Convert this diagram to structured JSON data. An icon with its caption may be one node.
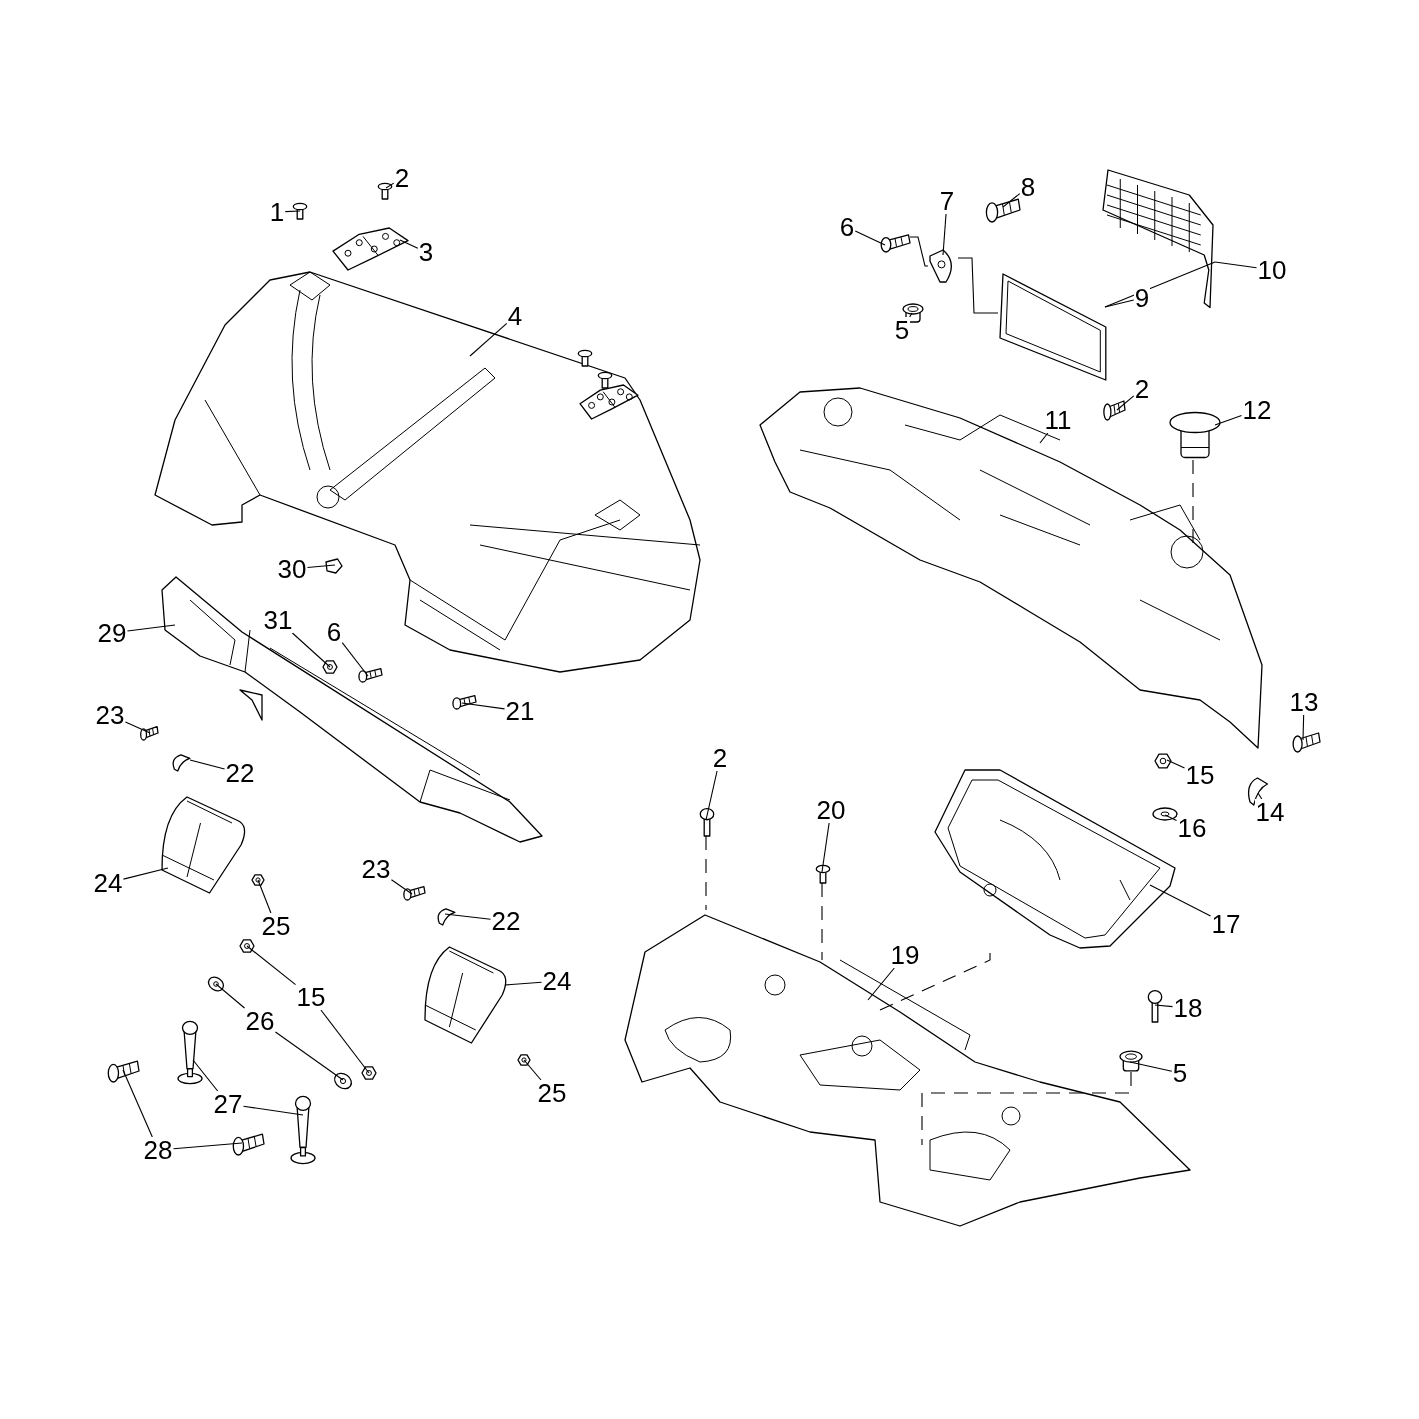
{
  "diagram": {
    "nodes": [
      {
        "text": [
          "1"
        ]
      },
      {
        "text": [],
        "shape": "picture"
      },
      {
        "text": [
          "2"
        ]
      },
      {
        "text": [],
        "shape": "picture"
      },
      {
        "text": [
          "3"
        ]
      },
      {
        "text": [],
        "shape": "picture"
      },
      {
        "text": [
          "4"
        ]
      },
      {
        "text": [],
        "shape": "picture"
      },
      {
        "text": [
          "6"
        ]
      },
      {
        "text": [],
        "shape": "picture"
      },
      {
        "text": [
          "7"
        ]
      },
      {
        "text": [],
        "shape": "picture"
      },
      {
        "text": [
          "8"
        ]
      },
      {
        "text": [],
        "shape": "picture"
      },
      {
        "text": [
          "5"
        ]
      },
      {
        "text": [],
        "shape": "picture"
      },
      {
        "text": [
          "9"
        ]
      },
      {
        "text": [],
        "shape": "picture"
      },
      {
        "text": [
          "10"
        ]
      },
      {
        "text": [],
        "shape": "picture"
      },
      {
        "text": [
          "2"
        ]
      },
      {
        "text": [],
        "shape": "picture"
      },
      {
        "text": [
          "11"
        ]
      },
      {
        "text": [],
        "shape": "picture"
      },
      {
        "text": [
          "12"
        ]
      },
      {
        "text": [],
        "shape": "picture"
      },
      {
        "text": [
          "13"
        ]
      },
      {
        "text": [],
        "shape": "picture"
      },
      {
        "text": [
          "14"
        ]
      },
      {
        "text": [],
        "shape": "picture"
      },
      {
        "text": [
          "15"
        ]
      },
      {
        "text": [],
        "shape": "picture"
      },
      {
        "text": [
          "16"
        ]
      },
      {
        "text": [],
        "shape": "picture"
      },
      {
        "text": [
          "17"
        ]
      },
      {
        "text": [],
        "shape": "picture"
      },
      {
        "text": [
          "2"
        ]
      },
      {
        "text": [],
        "shape": "picture"
      },
      {
        "text": [
          "20"
        ]
      },
      {
        "text": [],
        "shape": "picture"
      },
      {
        "text": [
          "19"
        ]
      },
      {
        "text": [],
        "shape": "picture"
      },
      {
        "text": [
          "18"
        ]
      },
      {
        "text": [],
        "shape": "picture"
      },
      {
        "text": [
          "5"
        ]
      },
      {
        "text": [],
        "shape": "picture"
      },
      {
        "text": [
          "30"
        ]
      },
      {
        "text": [],
        "shape": "picture"
      },
      {
        "text": [
          "29"
        ]
      },
      {
        "text": [],
        "shape": "picture"
      },
      {
        "text": [
          "31"
        ]
      },
      {
        "text": [],
        "shape": "picture"
      },
      {
        "text": [
          "6"
        ]
      },
      {
        "text": [],
        "shape": "picture"
      },
      {
        "text": [
          "21"
        ]
      },
      {
        "text": [],
        "shape": "picture"
      },
      {
        "text": [
          "23"
        ]
      },
      {
        "text": [],
        "shape": "picture"
      },
      {
        "text": [
          "22"
        ]
      },
      {
        "text": [],
        "shape": "picture"
      },
      {
        "text": [
          "24"
        ]
      },
      {
        "text": [],
        "shape": "picture"
      },
      {
        "text": [
          "25"
        ]
      },
      {
        "text": [],
        "shape": "picture"
      },
      {
        "text": [
          "23"
        ]
      },
      {
        "text": [],
        "shape": "picture"
      },
      {
        "text": [
          "22"
        ]
      },
      {
        "text": [],
        "shape": "picture"
      },
      {
        "text": [
          "24"
        ]
      },
      {
        "text": [],
        "shape": "picture"
      },
      {
        "text": [
          "25"
        ]
      },
      {
        "text": [],
        "shape": "picture"
      },
      {
        "text": [
          "15"
        ]
      },
      {
        "text": [],
        "shape": "picture"
      },
      {
        "text": [],
        "shape": "picture"
      },
      {
        "text": [
          "26"
        ]
      },
      {
        "text": [],
        "shape": "picture"
      },
      {
        "text": [],
        "shape": "picture"
      },
      {
        "text": [
          "27"
        ]
      },
      {
        "text": [],
        "shape": "picture"
      },
      {
        "text": [],
        "shape": "picture"
      },
      {
        "text": [
          "28"
        ]
      },
      {
        "text": [],
        "shape": "picture"
      },
      {
        "text": [],
        "shape": "picture"
      }
    ],
    "edges": [
      {
        "from": 0,
        "to": 1,
        "arrow": "none"
      },
      {
        "from": 2,
        "to": 3,
        "arrow": "none"
      },
      {
        "from": 4,
        "to": 5,
        "arrow": "none"
      },
      {
        "from": 6,
        "to": 7,
        "arrow": "none"
      },
      {
        "from": 8,
        "to": 9,
        "arrow": "none"
      },
      {
        "from": 10,
        "to": 11,
        "arrow": "none"
      },
      {
        "from": 12,
        "to": 13,
        "arrow": "none"
      },
      {
        "from": 14,
        "to": 15,
        "arrow": "none"
      },
      {
        "from": 16,
        "to": 17,
        "arrow": "none"
      },
      {
        "from": 18,
        "to": 19,
        "arrow": "none"
      },
      {
        "from": 20,
        "to": 21,
        "arrow": "none"
      },
      {
        "from": 22,
        "to": 23,
        "arrow": "none"
      },
      {
        "from": 24,
        "to": 25,
        "arrow": "none"
      },
      {
        "from": 26,
        "to": 27,
        "arrow": "none"
      },
      {
        "from": 28,
        "to": 29,
        "arrow": "none"
      },
      {
        "from": 30,
        "to": 31,
        "arrow": "none"
      },
      {
        "from": 32,
        "to": 33,
        "arrow": "none"
      },
      {
        "from": 34,
        "to": 35,
        "arrow": "none"
      },
      {
        "from": 36,
        "to": 37,
        "arrow": "none"
      },
      {
        "from": 38,
        "to": 39,
        "arrow": "none"
      },
      {
        "from": 40,
        "to": 41,
        "arrow": "none"
      },
      {
        "from": 42,
        "to": 43,
        "arrow": "none"
      },
      {
        "from": 44,
        "to": 45,
        "arrow": "none"
      },
      {
        "from": 46,
        "to": 47,
        "arrow": "none"
      },
      {
        "from": 48,
        "to": 49,
        "arrow": "none"
      },
      {
        "from": 50,
        "to": 51,
        "arrow": "none"
      },
      {
        "from": 52,
        "to": 53,
        "arrow": "none"
      },
      {
        "from": 54,
        "to": 55,
        "arrow": "none"
      },
      {
        "from": 56,
        "to": 57,
        "arrow": "none"
      },
      {
        "from": 58,
        "to": 59,
        "arrow": "none"
      },
      {
        "from": 60,
        "to": 61,
        "arrow": "none"
      },
      {
        "from": 62,
        "to": 63,
        "arrow": "none"
      },
      {
        "from": 64,
        "to": 65,
        "arrow": "none"
      },
      {
        "from": 66,
        "to": 67,
        "arrow": "none"
      },
      {
        "from": 68,
        "to": 69,
        "arrow": "none"
      },
      {
        "from": 70,
        "to": 71,
        "arrow": "none"
      },
      {
        "from": 72,
        "to": 73,
        "arrow": "none"
      },
      {
        "from": 72,
        "to": 74,
        "arrow": "none"
      },
      {
        "from": 75,
        "to": 76,
        "arrow": "none"
      },
      {
        "from": 75,
        "to": 77,
        "arrow": "none"
      },
      {
        "from": 78,
        "to": 79,
        "arrow": "none"
      },
      {
        "from": 78,
        "to": 80,
        "arrow": "none"
      },
      {
        "from": 81,
        "to": 82,
        "arrow": "none"
      },
      {
        "from": 81,
        "to": 83,
        "arrow": "none"
      },
      {
        "from": 9,
        "to": 11,
        "arrow": "none"
      },
      {
        "from": 11,
        "to": 17,
        "arrow": "none"
      },
      {
        "from": 17,
        "to": 19,
        "arrow": "none"
      },
      {
        "from": 37,
        "to": 41,
        "arrow": "none",
        "style": "dashed"
      },
      {
        "from": 39,
        "to": 41,
        "arrow": "none",
        "style": "dashed"
      },
      {
        "from": 41,
        "to": 35,
        "arrow": "none",
        "style": "dashed"
      },
      {
        "from": 25,
        "to": 23,
        "arrow": "none",
        "style": "dashed"
      },
      {
        "from": 45,
        "to": 41,
        "arrow": "none",
        "style": "dashed"
      }
    ]
  }
}
